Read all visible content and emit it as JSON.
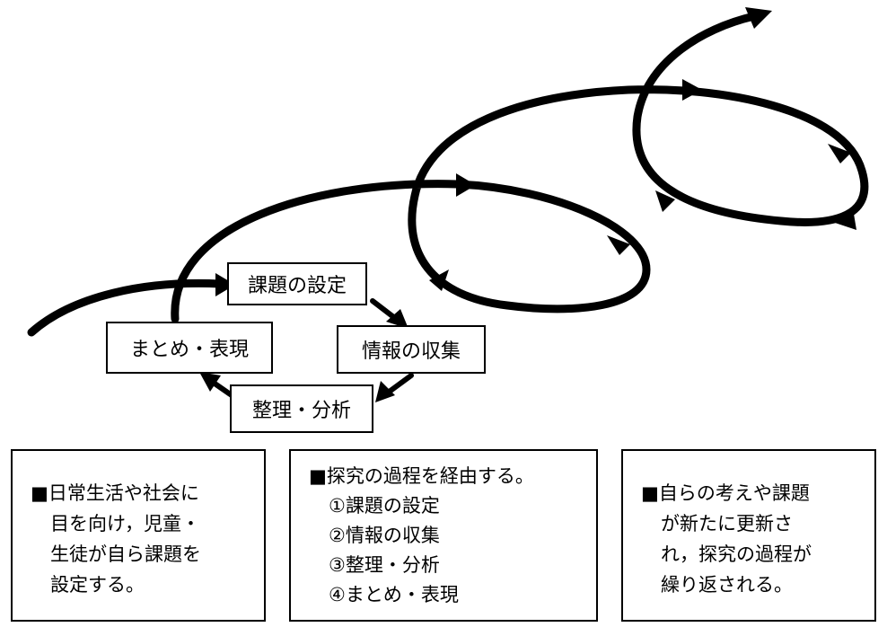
{
  "cycle": {
    "step1": "課題の設定",
    "step2": "情報の収集",
    "step3": "整理・分析",
    "step4": "まとめ・表現"
  },
  "notes": [
    {
      "lines": [
        "■日常生活や社会に",
        "目を向け，児童・",
        "生徒が自ら課題を",
        "設定する。"
      ]
    },
    {
      "lines": [
        "■探究の過程を経由する。",
        "①課題の設定",
        "②情報の収集",
        "③整理・分析",
        "④まとめ・表現"
      ]
    },
    {
      "lines": [
        "■自らの考えや課題",
        "が新たに更新さ",
        "れ，探究の過程が",
        "繰り返される。"
      ]
    }
  ]
}
